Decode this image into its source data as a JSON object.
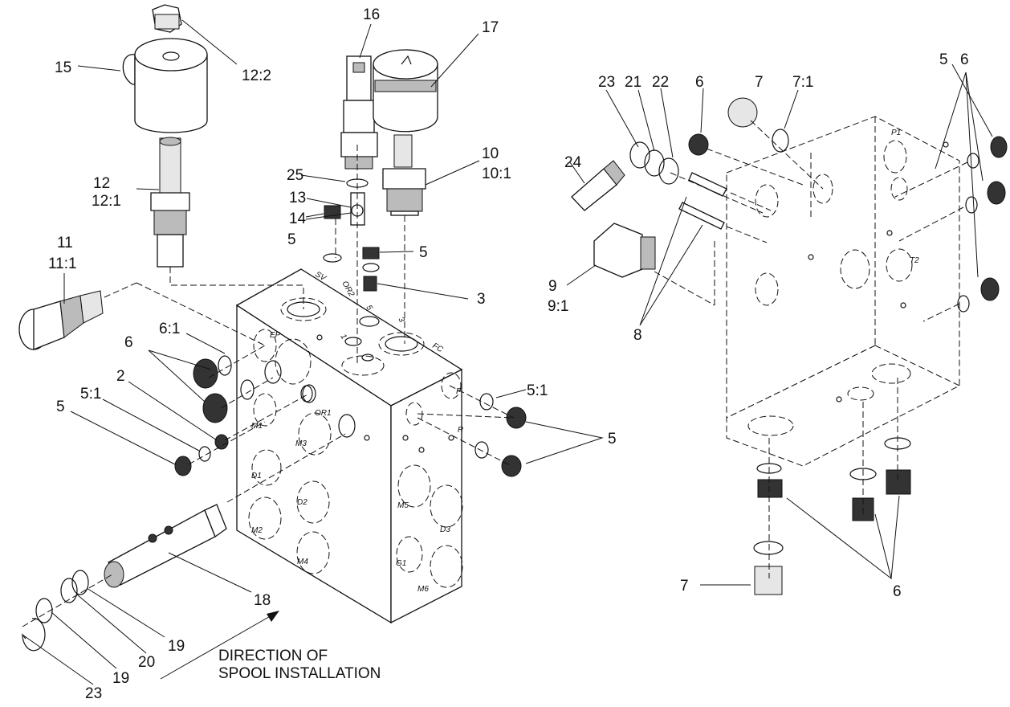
{
  "callouts": {
    "c1": "16",
    "c2": "17",
    "c3": "15",
    "c4": "12:2",
    "c5": "12",
    "c6": "12:1",
    "c7": "25",
    "c8": "13",
    "c9": "14",
    "c10": "10",
    "c11": "10:1",
    "c12": "5",
    "c13": "5",
    "c14": "3",
    "c15": "11",
    "c16": "11:1",
    "c17": "6:1",
    "c18": "6",
    "c19": "2",
    "c20": "5:1",
    "c21": "5",
    "c22": "5:1",
    "c23": "5",
    "c24": "18",
    "c25": "19",
    "c26": "20",
    "c27": "19",
    "c28": "23",
    "r1": "23",
    "r2": "21",
    "r3": "22",
    "r4": "6",
    "r5": "7",
    "r6": "7:1",
    "r7": "6",
    "r8": "5",
    "r9": "24",
    "r10": "9",
    "r11": "9:1",
    "r12": "8",
    "r13": "7",
    "r14": "6"
  },
  "ports": {
    "sv": "SV",
    "or2": "OR2",
    "p5": "5",
    "p3": "3",
    "p1": "1",
    "fc": "FC",
    "ep": "EP",
    "or1": "OR1",
    "m1": "M1",
    "m3": "M3",
    "d1": "D1",
    "d2": "D2",
    "m2": "M2",
    "m4": "M4",
    "f": "F",
    "r": "R",
    "m5": "M5",
    "d3": "D3",
    "g1": "G1",
    "m6": "M6",
    "rp1": "P1",
    "rt2": "T2"
  },
  "caption": {
    "line1": "DIRECTION OF",
    "line2": "SPOOL INSTALLATION"
  }
}
